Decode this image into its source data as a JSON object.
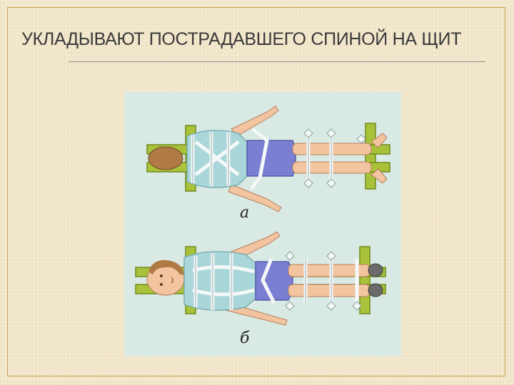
{
  "slide": {
    "title": "УКЛАДЫВАЮТ ПОСТРАДАВШЕГО СПИНОЙ НА ЩИТ"
  },
  "figure": {
    "label_a": "а",
    "label_b": "б",
    "colors": {
      "background": "#d9e9e4",
      "board": "#a9c23a",
      "board_edge": "#6f8a1c",
      "shirt": "#a9d6d9",
      "shorts": "#7b7fd1",
      "skin": "#f2c4a0",
      "strap": "#f4f8f8",
      "page_border": "#c9a24e"
    }
  }
}
